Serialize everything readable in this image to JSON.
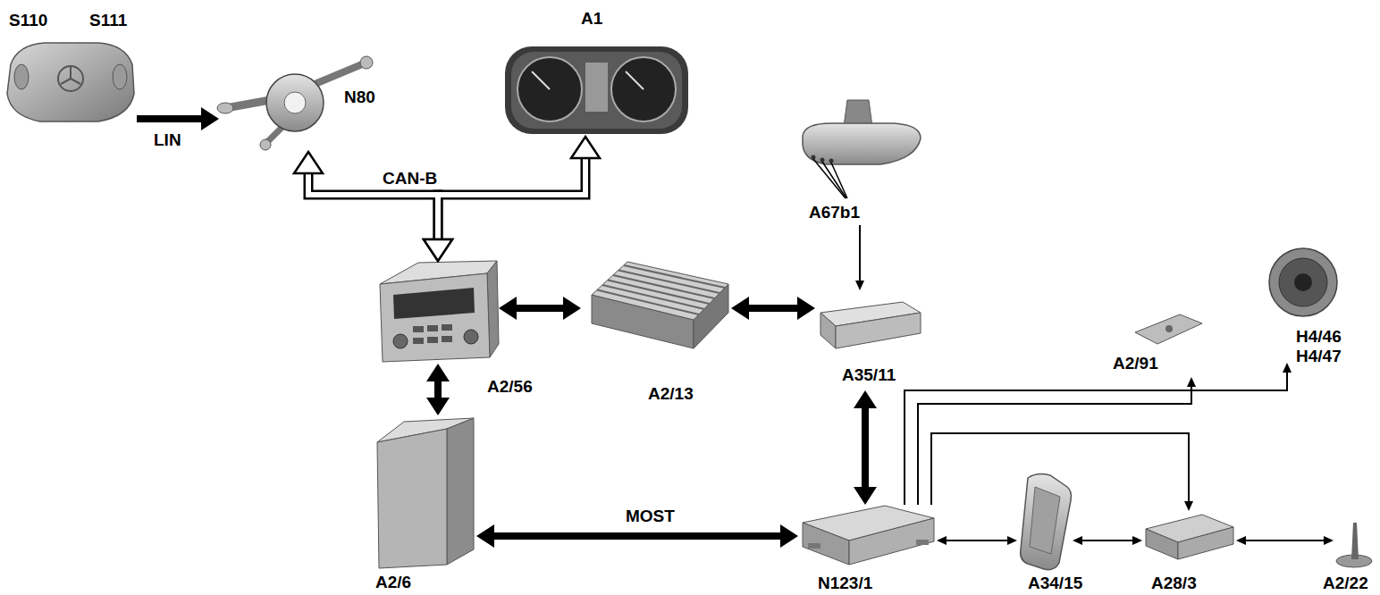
{
  "diagram": {
    "nodes": [
      {
        "text": [
          "S110",
          "S111"
        ]
      },
      {
        "text": [
          "N80"
        ]
      },
      {
        "text": [
          "A1"
        ]
      },
      {
        "text": [
          "A67b1"
        ]
      },
      {
        "text": [
          "A2/56"
        ]
      },
      {
        "text": [
          "A2/13"
        ]
      },
      {
        "text": [
          "A35/11"
        ]
      },
      {
        "text": [
          "A2/91"
        ]
      },
      {
        "text": [
          "H4/46",
          "H4/47"
        ]
      },
      {
        "text": [
          "A2/6"
        ]
      },
      {
        "text": [
          "N123/1"
        ]
      },
      {
        "text": [
          "A34/15"
        ]
      },
      {
        "text": [
          "A28/3"
        ]
      },
      {
        "text": [
          "A2/22"
        ]
      }
    ],
    "edges": [
      {
        "from": 0,
        "to": 1,
        "arrow": "to",
        "label": "LIN"
      },
      {
        "from": 4,
        "to": 1,
        "arrow": "both",
        "label": "CAN-B"
      },
      {
        "from": 4,
        "to": 2,
        "arrow": "both"
      },
      {
        "from": 4,
        "to": 5,
        "arrow": "both"
      },
      {
        "from": 5,
        "to": 6,
        "arrow": "both"
      },
      {
        "from": 3,
        "to": 6,
        "arrow": "to"
      },
      {
        "from": 4,
        "to": 9,
        "arrow": "both"
      },
      {
        "from": 6,
        "to": 10,
        "arrow": "both"
      },
      {
        "from": 10,
        "to": 7,
        "arrow": "to"
      },
      {
        "from": 10,
        "to": 8,
        "arrow": "to"
      },
      {
        "from": 10,
        "to": 12,
        "arrow": "to"
      },
      {
        "from": 9,
        "to": 10,
        "arrow": "both",
        "label": "MOST"
      },
      {
        "from": 10,
        "to": 11,
        "arrow": "both"
      },
      {
        "from": 11,
        "to": 12,
        "arrow": "both"
      },
      {
        "from": 12,
        "to": 13,
        "arrow": "both"
      }
    ]
  }
}
